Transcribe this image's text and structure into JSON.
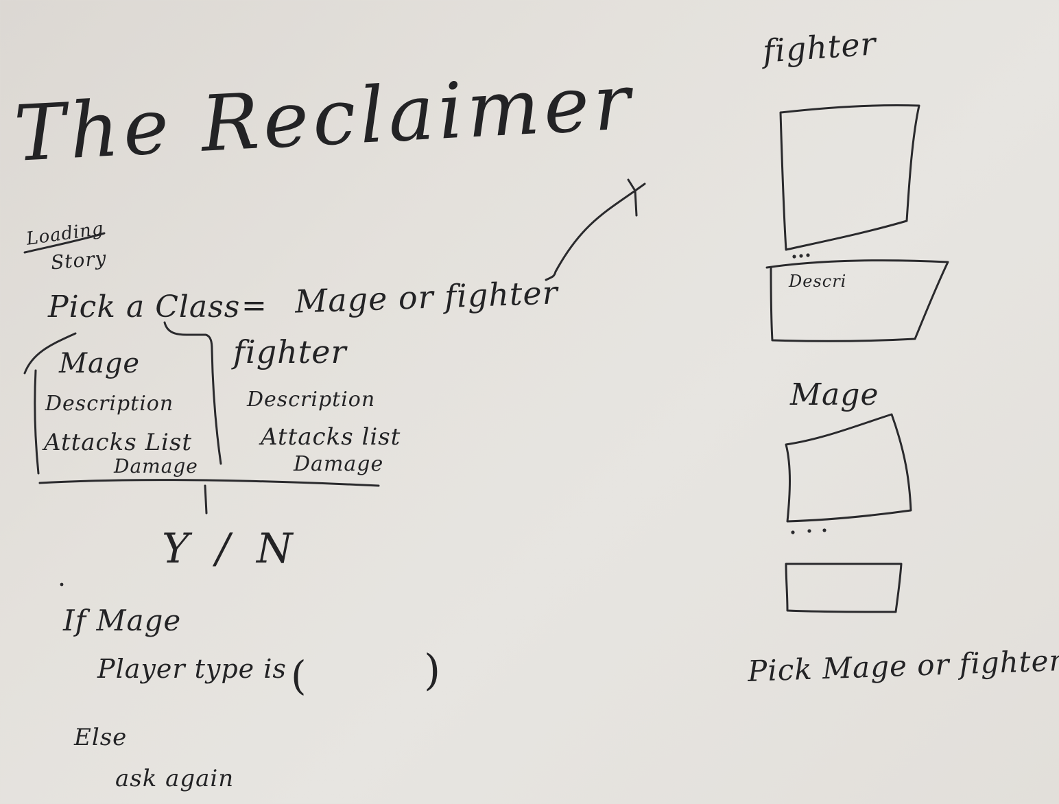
{
  "board": {
    "title": "The Reclaimer",
    "flow": {
      "loading": "Loading",
      "story": "Story",
      "pick_class": "Pick a Class",
      "equals": "=",
      "choice": "Mage or fighter"
    },
    "mage_column": {
      "heading": "Mage",
      "description": "Description",
      "attacks": "Attacks List",
      "damage": "Damage"
    },
    "fighter_column": {
      "heading": "fighter",
      "description": "Description",
      "attacks": "Attacks list",
      "damage": "Damage"
    },
    "confirm": "Y / N",
    "logic": {
      "if_line": "If Mage",
      "player_type": "Player type is",
      "open_paren": "(",
      "close_paren": ")",
      "else_line": "Else",
      "ask_again": "ask again"
    },
    "wireframe": {
      "fighter_label": "fighter",
      "fighter_desc": "Descri",
      "mage_label": "Mage",
      "footer": "Pick Mage or fighter"
    }
  },
  "colors": {
    "ink": "#232325",
    "board": "#e4e1dc"
  }
}
